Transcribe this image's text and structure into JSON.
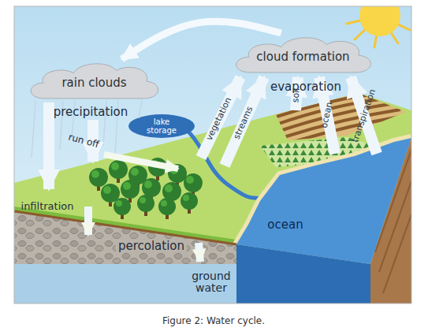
{
  "diagram": {
    "caption": "Figure 2: Water cycle.",
    "nodes": [
      {
        "text": [
          "rain clouds"
        ]
      },
      {
        "text": [
          "cloud formation"
        ]
      }
    ],
    "edges": [
      {
        "from": 1,
        "to": 0,
        "arrow": "to"
      }
    ],
    "labels": [
      "precipitation",
      "evaporation",
      "vegetation",
      "streams",
      "soil",
      "ocean",
      "transpiration",
      "lake storage",
      "run off",
      "infiltration",
      "percolation",
      "ground water",
      "ocean"
    ]
  }
}
